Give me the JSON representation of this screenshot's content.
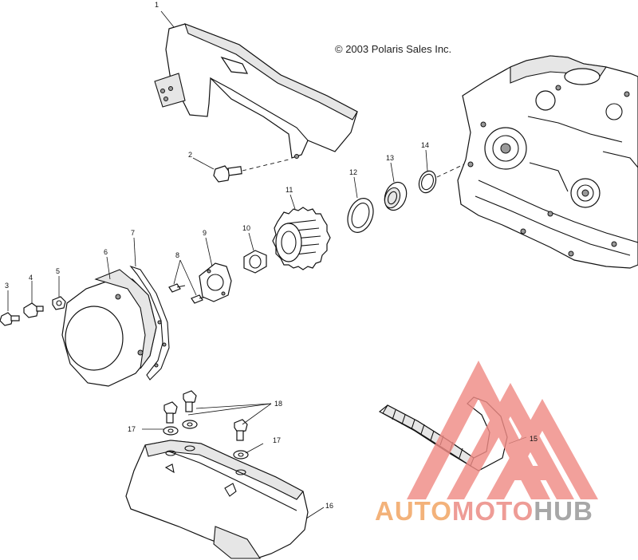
{
  "copyright": "© 2003 Polaris Sales Inc.",
  "callouts": [
    {
      "id": "callout-1",
      "text": "1"
    },
    {
      "id": "callout-2",
      "text": "2"
    },
    {
      "id": "callout-3",
      "text": "3"
    },
    {
      "id": "callout-4",
      "text": "4"
    },
    {
      "id": "callout-5",
      "text": "5"
    },
    {
      "id": "callout-6",
      "text": "6"
    },
    {
      "id": "callout-7",
      "text": "7"
    },
    {
      "id": "callout-8",
      "text": "8"
    },
    {
      "id": "callout-9",
      "text": "9"
    },
    {
      "id": "callout-10",
      "text": "10"
    },
    {
      "id": "callout-11",
      "text": "11"
    },
    {
      "id": "callout-12",
      "text": "12"
    },
    {
      "id": "callout-13",
      "text": "13"
    },
    {
      "id": "callout-14",
      "text": "14"
    },
    {
      "id": "callout-15",
      "text": "15"
    },
    {
      "id": "callout-16",
      "text": "16"
    },
    {
      "id": "callout-17a",
      "text": "17"
    },
    {
      "id": "callout-17b",
      "text": "17"
    },
    {
      "id": "callout-18",
      "text": "18"
    }
  ],
  "watermark": {
    "text_part_1": "AUTO",
    "text_part_2": "MOTO",
    "text_part_3": "HUB",
    "colors": {
      "orange": "#f3b27a",
      "pink": "#ee9c96",
      "gray": "#a7a7a7",
      "logo_red": "#f08c86"
    }
  }
}
